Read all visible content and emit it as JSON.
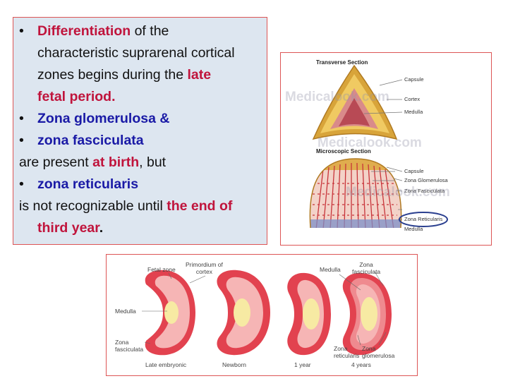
{
  "text_panel": {
    "line1_highlight": "Differentiation",
    "line1_rest": " of the",
    "line2": "characteristic suprarenal cortical",
    "line3_start": "zones begins during the ",
    "line3_highlight": "late",
    "line4_highlight": "fetal period.",
    "line5": "Zona glomerulosa &",
    "line6": "zona fasciculata",
    "line7_start": "are present ",
    "line7_highlight": "at birth",
    "line7_end": ", but",
    "line8": "zona reticularis",
    "line9_start": "is not recognizable until ",
    "line9_highlight": "the end of",
    "line10_highlight": "third year",
    "line10_end": ".",
    "bullet": "•"
  },
  "adrenal_diagram": {
    "transverse_title": "Transverse Section",
    "microscopic_title": "Microscopic Section",
    "labels": {
      "capsule": "Capsule",
      "cortex": "Cortex",
      "medulla": "Medulla",
      "capsule2": "Capsule",
      "zona_glomerulosa": "Zona Glomerulosa",
      "zona_fasciculata": "Zona Fasciculata",
      "zona_reticularis": "Zona Reticularis",
      "medulla2": "Medulla"
    },
    "watermark": "Medicalook.com"
  },
  "development_diagram": {
    "labels": {
      "fetal_zone": "Fetal zone",
      "primordium": "Primordium of\ncortex",
      "medulla_left": "Medulla",
      "zona_fasciculata_left": "Zona\nfasciculata",
      "medulla_right": "Medulla",
      "zona_fasciculata_right": "Zona\nfasciculata",
      "zona_reticularis": "Zona\nreticularis",
      "zona_glomerulosa": "Zona\nglomerulosa"
    },
    "stages": [
      "Late embryonic",
      "Newborn",
      "1 year",
      "4 years"
    ]
  },
  "colors": {
    "highlight_red": "#c0143c",
    "highlight_blue": "#1a1aa6",
    "panel_bg": "#dde6f0",
    "border": "#dd5555"
  }
}
